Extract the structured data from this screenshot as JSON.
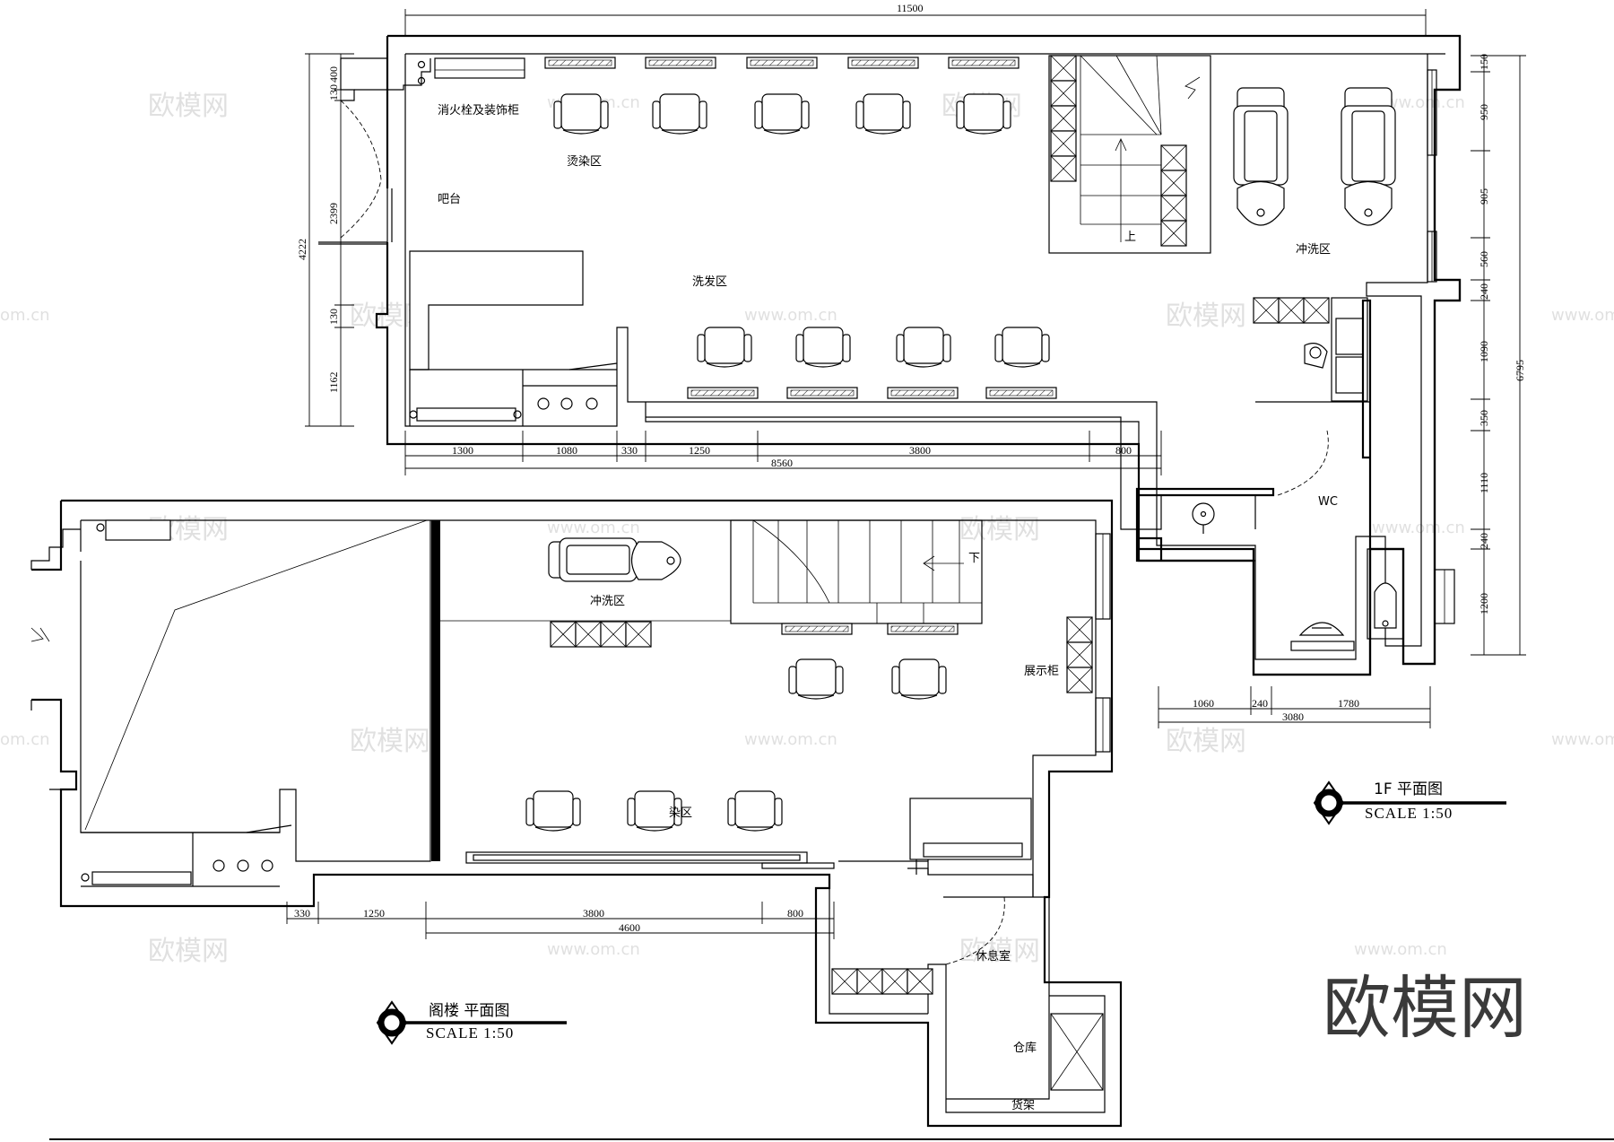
{
  "watermark": {
    "brand": "欧模网",
    "url": "www.om.cn",
    "url_partial": "om.cn"
  },
  "plan_1f": {
    "title": "1F  平面图",
    "scale": "SCALE   1:50",
    "labels": {
      "hydrant_cabinet": "消火栓及装饰柜",
      "perm_area": "烫染区",
      "bar_counter": "吧台",
      "wash_area": "洗发区",
      "rinse_area": "冲洗区",
      "wc": "WC",
      "stair_up": "上"
    },
    "dims_top": [
      "11500"
    ],
    "dims_bottom_row1": [
      "1300",
      "1080",
      "330",
      "1250",
      "3800",
      "800"
    ],
    "dims_bottom_row2": [
      "8560"
    ],
    "dims_left": [
      "400",
      "130",
      "2399",
      "4222",
      "130",
      "1162"
    ],
    "dims_right": [
      "150",
      "950",
      "905",
      "560",
      "240",
      "1090",
      "350",
      "1110",
      "240",
      "1200"
    ],
    "dims_right_total": [
      "6795"
    ],
    "dims_wc_row1": [
      "1060",
      "240",
      "1780"
    ],
    "dims_wc_row2": [
      "3080"
    ]
  },
  "plan_attic": {
    "title": "阁楼  平面图",
    "scale": "SCALE   1:50",
    "labels": {
      "rinse_area": "冲洗区",
      "display_cabinet": "展示柜",
      "perm_area": "烫染区",
      "perm_area_visible": "染区",
      "lounge": "休息室",
      "storage": "仓库",
      "shelf": "货架",
      "stair_down": "下"
    },
    "dims_row1": [
      "330",
      "1250",
      "3800",
      "800"
    ],
    "dims_row2": [
      "4600"
    ]
  }
}
